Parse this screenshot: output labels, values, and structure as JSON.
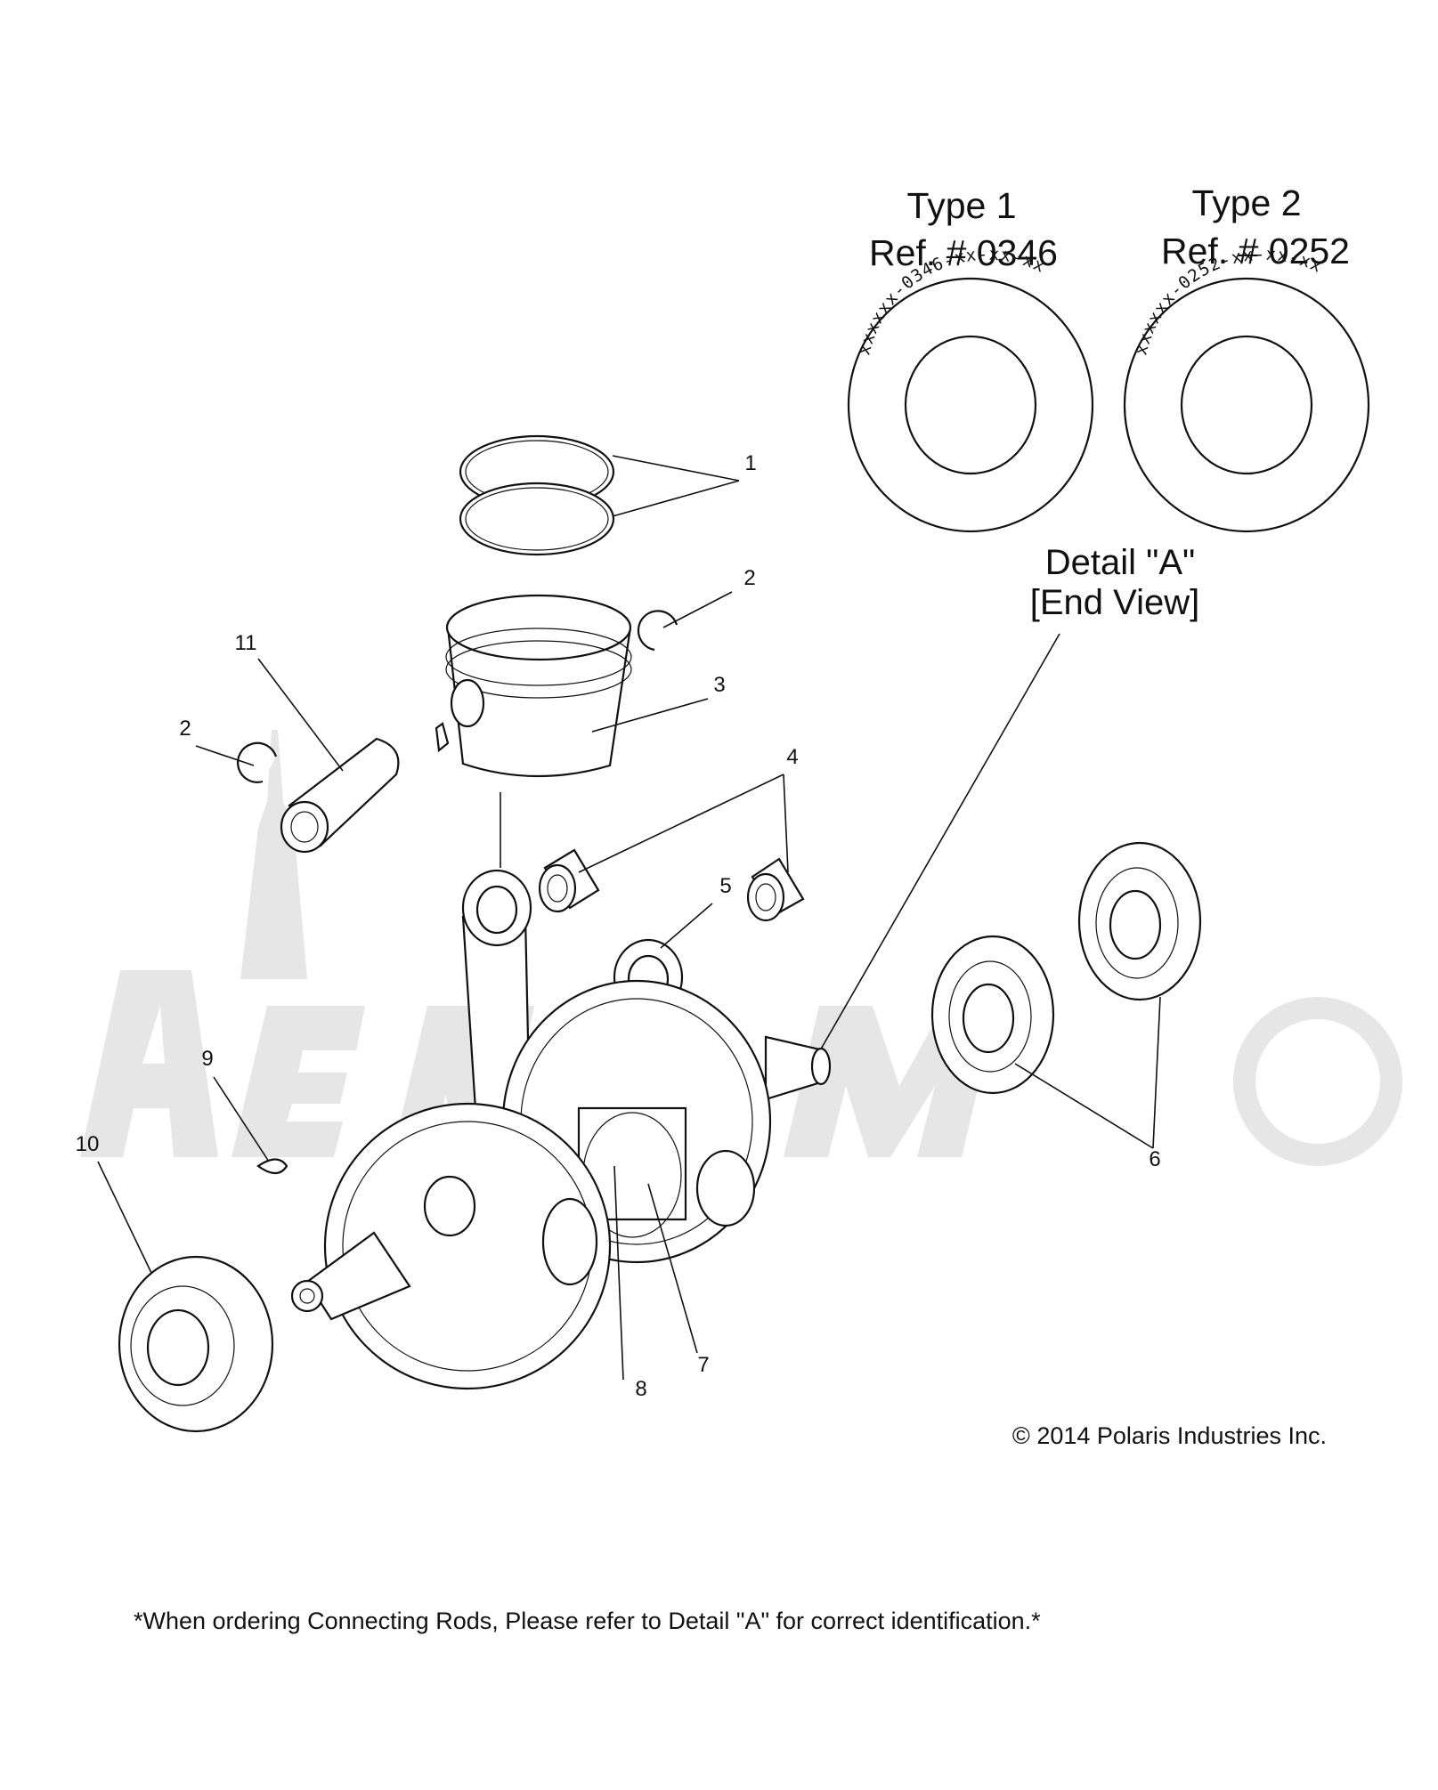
{
  "detail": {
    "type1": {
      "heading": "Type 1",
      "ref": "Ref. # 0346",
      "marking": "xxxxxx-0346-xx-xx-xx"
    },
    "type2": {
      "heading": "Type 2",
      "ref": "Ref. # 0252",
      "marking": "xxxxxx-0252-xx-xx-xx"
    },
    "title_line1": "Detail \"A\"",
    "title_line2": "[End View]"
  },
  "callouts": {
    "c1": "1",
    "c2a": "2",
    "c2b": "2",
    "c3": "3",
    "c4": "4",
    "c5": "5",
    "c6": "6",
    "c7": "7",
    "c8": "8",
    "c9": "9",
    "c10": "10",
    "c11": "11"
  },
  "copyright": "© 2014 Polaris Industries Inc.",
  "footnote": "*When ordering Connecting Rods, Please refer to Detail \"A\" for correct identification.*",
  "watermark": {
    "text": "AeroMoto",
    "color": "#e6e6e6"
  }
}
